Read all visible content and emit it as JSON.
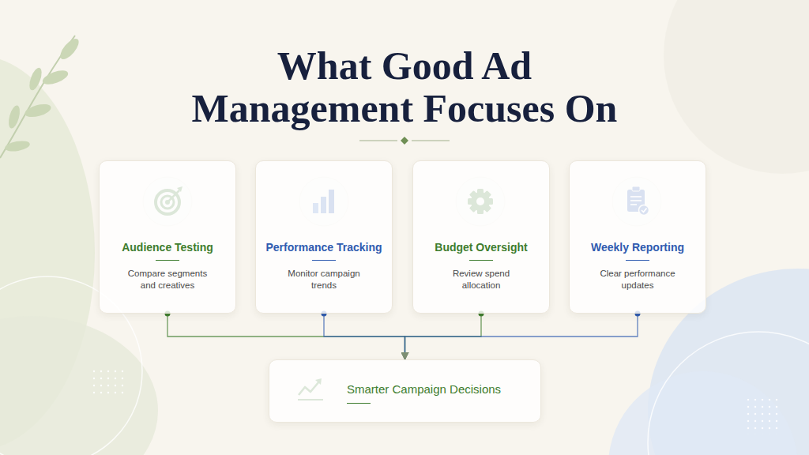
{
  "diagram": {
    "title": "What Good Ad Management Focuses On",
    "nodes": [
      {
        "text": [
          "Audience Testing",
          "Compare segments and creatives"
        ]
      },
      {
        "text": [
          "Performance Tracking",
          "Monitor campaign trends"
        ]
      },
      {
        "text": [
          "Budget Oversight",
          "Review spend allocation"
        ]
      },
      {
        "text": [
          "Weekly Reporting",
          "Clear performance updates"
        ]
      },
      {
        "text": [
          "Smarter Campaign Decisions"
        ]
      }
    ],
    "edges": [
      {
        "from": 0,
        "to": 4,
        "arrow": "to"
      },
      {
        "from": 1,
        "to": 4,
        "arrow": "to"
      },
      {
        "from": 2,
        "to": 4,
        "arrow": "to"
      },
      {
        "from": 3,
        "to": 4,
        "arrow": "to"
      }
    ]
  }
}
